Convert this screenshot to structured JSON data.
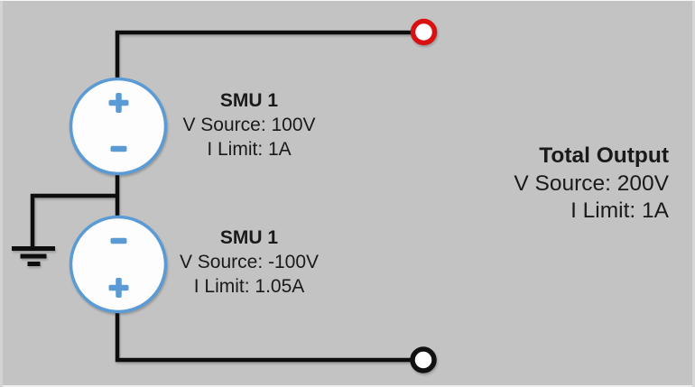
{
  "colors": {
    "background": "#c3c3c3",
    "wire": "#0d0d0d",
    "source_blue": "#5b9bd5",
    "terminal_red": "#d91111",
    "terminal_black": "#111111",
    "text": "#1a1a1a"
  },
  "smu_top": {
    "name": "SMU 1",
    "v_source": "V Source: 100V",
    "i_limit": "I Limit: 1A",
    "polarity_top": "+",
    "polarity_bottom": "−"
  },
  "smu_bottom": {
    "name": "SMU 1",
    "v_source": "V Source: -100V",
    "i_limit": "I Limit: 1.05A",
    "polarity_top": "−",
    "polarity_bottom": "+"
  },
  "total_output": {
    "title": "Total Output",
    "v_source": "V Source: 200V",
    "i_limit": "I Limit: 1A"
  }
}
